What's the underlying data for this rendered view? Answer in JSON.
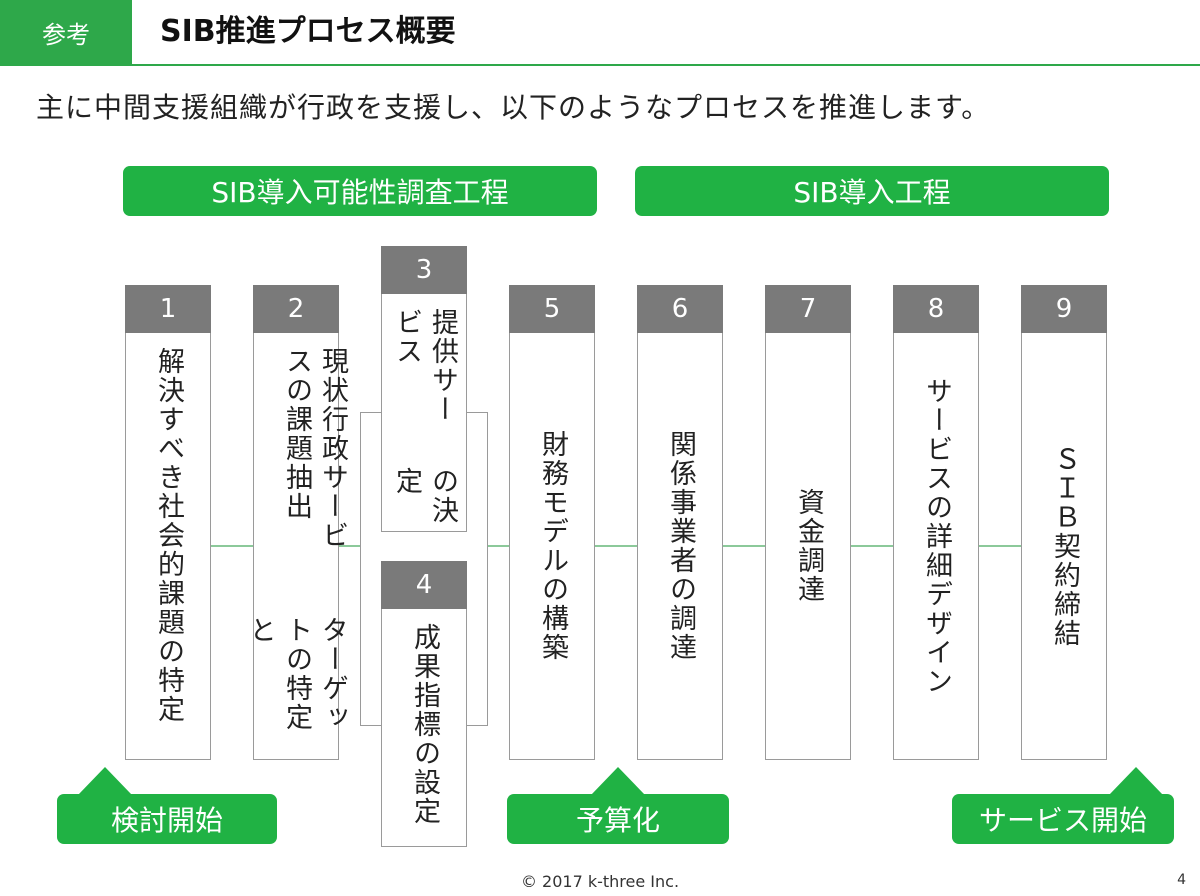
{
  "header": {
    "tag": "参考",
    "title": "SIB推進プロセス概要"
  },
  "subtitle": "主に中間支援組織が行政を支援し、以下のようなプロセスを推進します。",
  "phases": [
    {
      "label": "SIB導入可能性調査工程"
    },
    {
      "label": "SIB導入工程"
    }
  ],
  "steps": [
    {
      "num": "1",
      "text": "解決すべき社会的課題の特定"
    },
    {
      "num": "2",
      "text": "現状行政サービスの課題抽出 ターゲットの特定と"
    },
    {
      "num": "3",
      "text": "提供サービスの決定"
    },
    {
      "num": "4",
      "text": "成果指標の設定"
    },
    {
      "num": "5",
      "text": "財務モデルの構築"
    },
    {
      "num": "6",
      "text": "関係事業者の調達"
    },
    {
      "num": "7",
      "text": "資金調達"
    },
    {
      "num": "8",
      "text": "サービスの詳細デザイン"
    },
    {
      "num": "9",
      "text": "ＳＩＢ契約締結"
    }
  ],
  "step2_lines": [
    "現状行政サービスの課題抽出",
    "ターゲットの特定と"
  ],
  "step3_lines": [
    "提供サービス",
    "の決定"
  ],
  "milestones": [
    {
      "label": "検討開始"
    },
    {
      "label": "予算化"
    },
    {
      "label": "サービス開始"
    }
  ],
  "footer": {
    "copyright": "© 2017 k-three Inc.",
    "page": "4"
  },
  "colors": {
    "green": "#20b244",
    "gray_header": "#7a7a7a",
    "connector": "#8cc99a"
  }
}
